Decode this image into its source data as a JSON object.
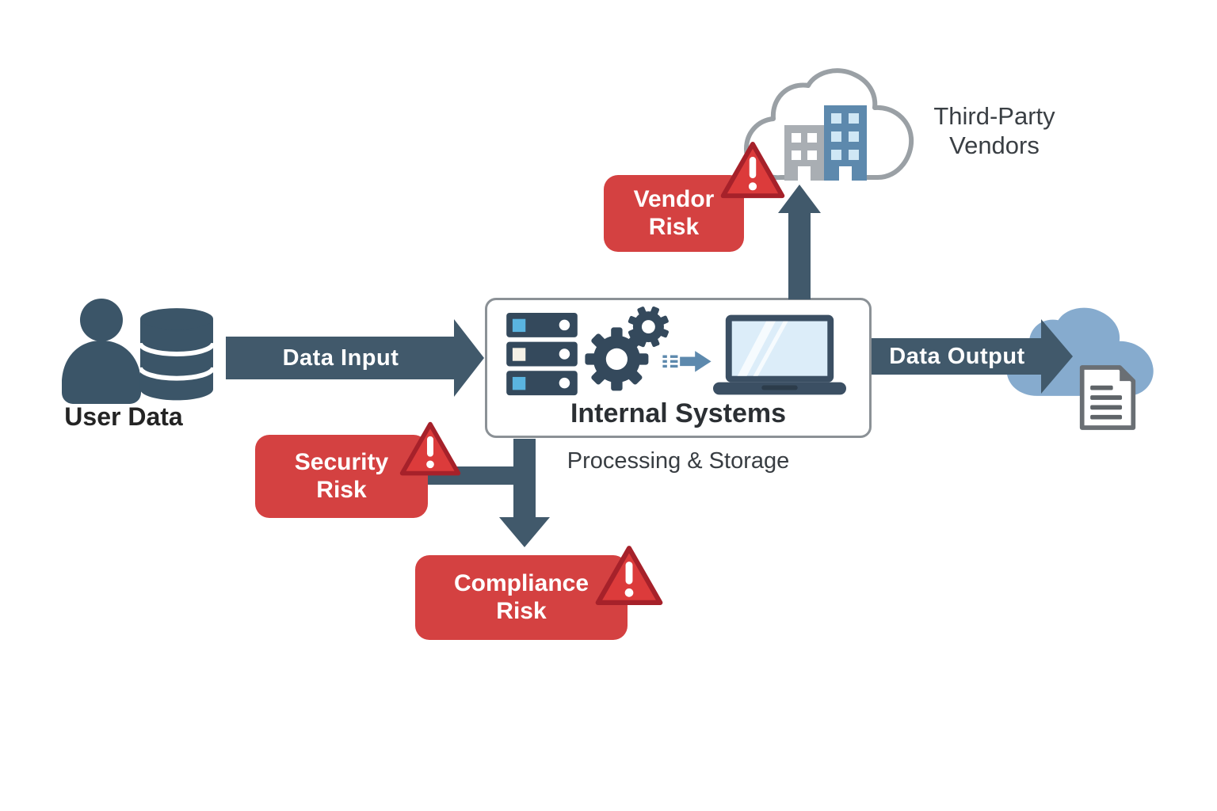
{
  "diagram": {
    "user_data": {
      "label": "User Data"
    },
    "flows": {
      "data_input": {
        "label": "Data Input"
      },
      "data_output": {
        "label": "Data Output"
      }
    },
    "internal_systems": {
      "title": "Internal Systems",
      "subtitle": "Processing & Storage"
    },
    "third_party": {
      "label": "Third-Party Vendors"
    },
    "risks": {
      "vendor": {
        "label": "Vendor Risk"
      },
      "security": {
        "label": "Security Risk"
      },
      "compliance": {
        "label": "Compliance Risk"
      }
    },
    "colors": {
      "arrow_slate": "#41596b",
      "icon_slate": "#34495c",
      "risk_red": "#d44141",
      "warning_red": "#dc3b3b",
      "warning_border": "#a6212a",
      "steel_blue": "#5d89ad",
      "cloud_blue": "#86abce",
      "pale_blue": "#dcedf9",
      "server_led_blue": "#5ab4e0",
      "cloud_outline_gray": "#9aa0a5"
    }
  }
}
